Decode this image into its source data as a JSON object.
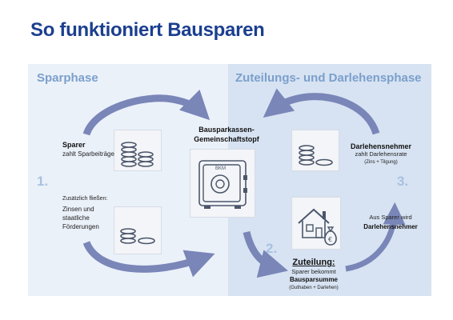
{
  "title": "So funktioniert Bausparen",
  "phases": {
    "left": "Sparphase",
    "right": "Zuteilungs- und Darlehensphase"
  },
  "steps": {
    "one": "1.",
    "two": "2.",
    "three": "3."
  },
  "sparer": {
    "title": "Sparer",
    "sub": "zahlt Sparbeiträge"
  },
  "extra": {
    "intro": "Zusätzlich fließen:",
    "line1": "Zinsen und",
    "line2": "staatliche",
    "line3": "Förderungen"
  },
  "center": {
    "line1": "Bausparkassen-",
    "line2": "Gemeinschaftstopf",
    "safe_label": "BKM"
  },
  "darlehen": {
    "title": "Darlehensnehmer",
    "sub": "zahlt Darlehensrate",
    "note": "(Zins + Tilgung)"
  },
  "transition": {
    "line1": "Aus Sparer wird",
    "line2": "Darlehensnehmer"
  },
  "zuteilung": {
    "title": "Zuteilung:",
    "line1": "Sparer bekommt",
    "line2": "Bausparsumme",
    "note": "(Guthaben + Darlehen)"
  },
  "colors": {
    "title": "#1b3f8f",
    "arrow": "#7a86b8",
    "phase_text": "#7b9fcc",
    "panel_left": "#ebf1f9",
    "panel_right": "#d7e3f2"
  },
  "icons": [
    "coins-icon",
    "safe-icon",
    "house-icon",
    "money-bag-icon",
    "arrow-icon"
  ]
}
